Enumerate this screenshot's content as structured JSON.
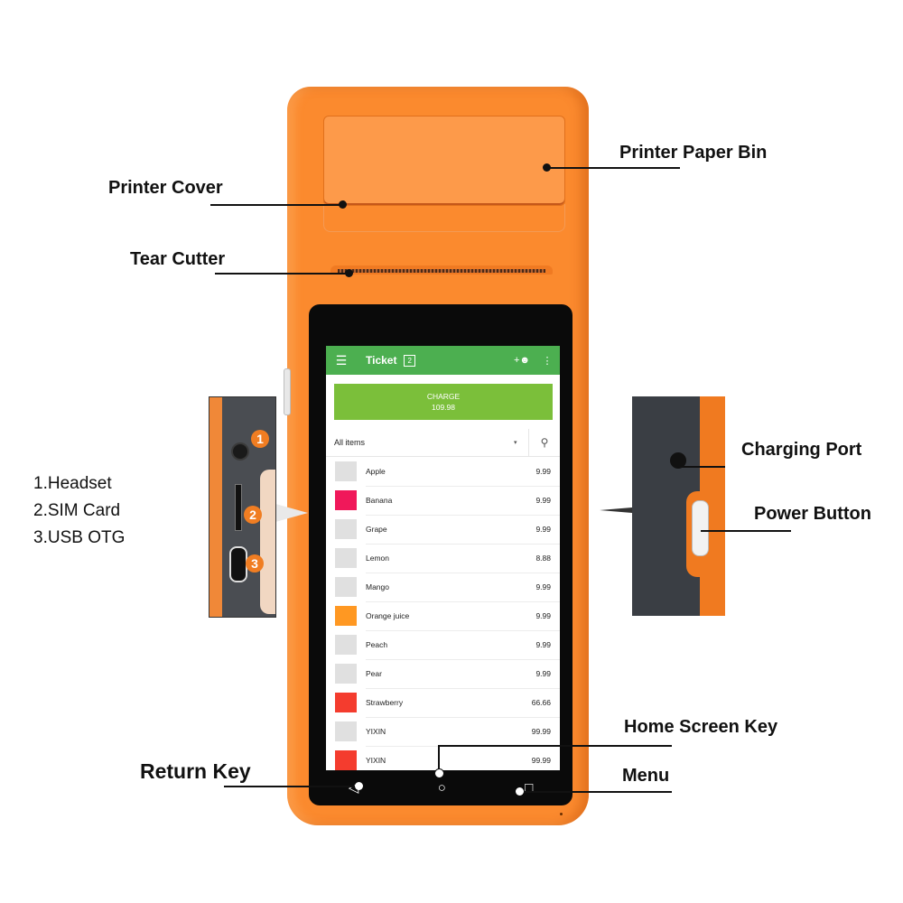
{
  "annotations": {
    "printer_paper_bin": "Printer Paper Bin",
    "printer_cover": "Printer Cover",
    "tear_cutter": "Tear Cutter",
    "charging_port": "Charging Port",
    "power_button": "Power Button",
    "home_screen_key": "Home Screen Key",
    "return_key": "Return Key",
    "menu": "Menu"
  },
  "side_ports": {
    "items": [
      "1.Headset",
      "2.SIM Card",
      "3.USB OTG"
    ],
    "markers": [
      "1",
      "2",
      "3"
    ]
  },
  "app": {
    "appbar": {
      "menu_icon": "hamburger-icon",
      "title": "Ticket",
      "ticket_count": "2",
      "add_customer_icon": "person-add-icon",
      "overflow_icon": "more-vert-icon",
      "color": "#4caf50"
    },
    "charge": {
      "label": "CHARGE",
      "amount": "109.98",
      "color": "#7bbf3a"
    },
    "filter": {
      "selected": "All items",
      "caret": "▾",
      "search_icon": "⚲"
    },
    "items": [
      {
        "name": "Apple",
        "price": "9.99",
        "color": "#e0e0e0"
      },
      {
        "name": "Banana",
        "price": "9.99",
        "color": "#f0185a"
      },
      {
        "name": "Grape",
        "price": "9.99",
        "color": "#e0e0e0"
      },
      {
        "name": "Lemon",
        "price": "8.88",
        "color": "#e0e0e0"
      },
      {
        "name": "Mango",
        "price": "9.99",
        "color": "#e0e0e0"
      },
      {
        "name": "Orange juice",
        "price": "9.99",
        "color": "#ff9822"
      },
      {
        "name": "Peach",
        "price": "9.99",
        "color": "#e0e0e0"
      },
      {
        "name": "Pear",
        "price": "9.99",
        "color": "#e0e0e0"
      },
      {
        "name": "Strawberry",
        "price": "66.66",
        "color": "#f43c2e"
      },
      {
        "name": "YIXIN",
        "price": "99.99",
        "color": "#e0e0e0"
      },
      {
        "name": "YIXIN",
        "price": "99.99",
        "color": "#f43c2e"
      }
    ],
    "nav": {
      "back": "◁",
      "home": "○",
      "recents": "□"
    }
  },
  "device": {
    "body_color": "#fb8a2e"
  }
}
